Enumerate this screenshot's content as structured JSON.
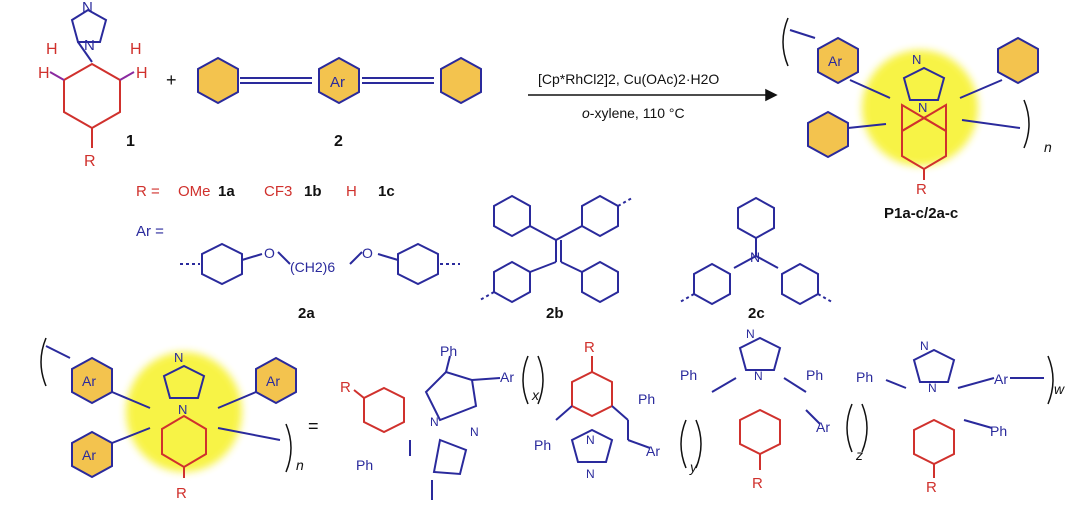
{
  "reactants": {
    "compound1_label": "1",
    "compound2_label": "2",
    "plus": "+",
    "atom_H": "H",
    "atom_N": "N",
    "atom_R": "R",
    "atom_Ar": "Ar"
  },
  "reaction": {
    "catalyst_line_1": "[Cp*RhCl2]2, Cu(OAc)2·H2O",
    "condition_solvent": "o",
    "condition_rest": "-xylene, 110 °C"
  },
  "product": {
    "label": "P1a-c/2a-c",
    "subscript_n": "n"
  },
  "substituents": {
    "r_equals": "R =",
    "items": [
      {
        "group": "OMe",
        "label": "1a"
      },
      {
        "group": "CF3",
        "label": "1b"
      },
      {
        "group": "H",
        "label": "1c"
      }
    ],
    "ar_equals": "Ar =",
    "linker_o": "O",
    "linker_chain": "(CH2)6",
    "label_2a": "2a",
    "label_2b": "2b",
    "label_2c": "2c"
  },
  "bottom": {
    "equals": "=",
    "ph": "Ph",
    "sub_x": "x",
    "sub_y": "y",
    "sub_z": "z",
    "sub_w": "w",
    "sub_n": "n"
  },
  "colors": {
    "red": "#d0312d",
    "blue": "#2a2a9c",
    "ring_fill": "#f3c34e",
    "highlight": "#f7f233"
  }
}
